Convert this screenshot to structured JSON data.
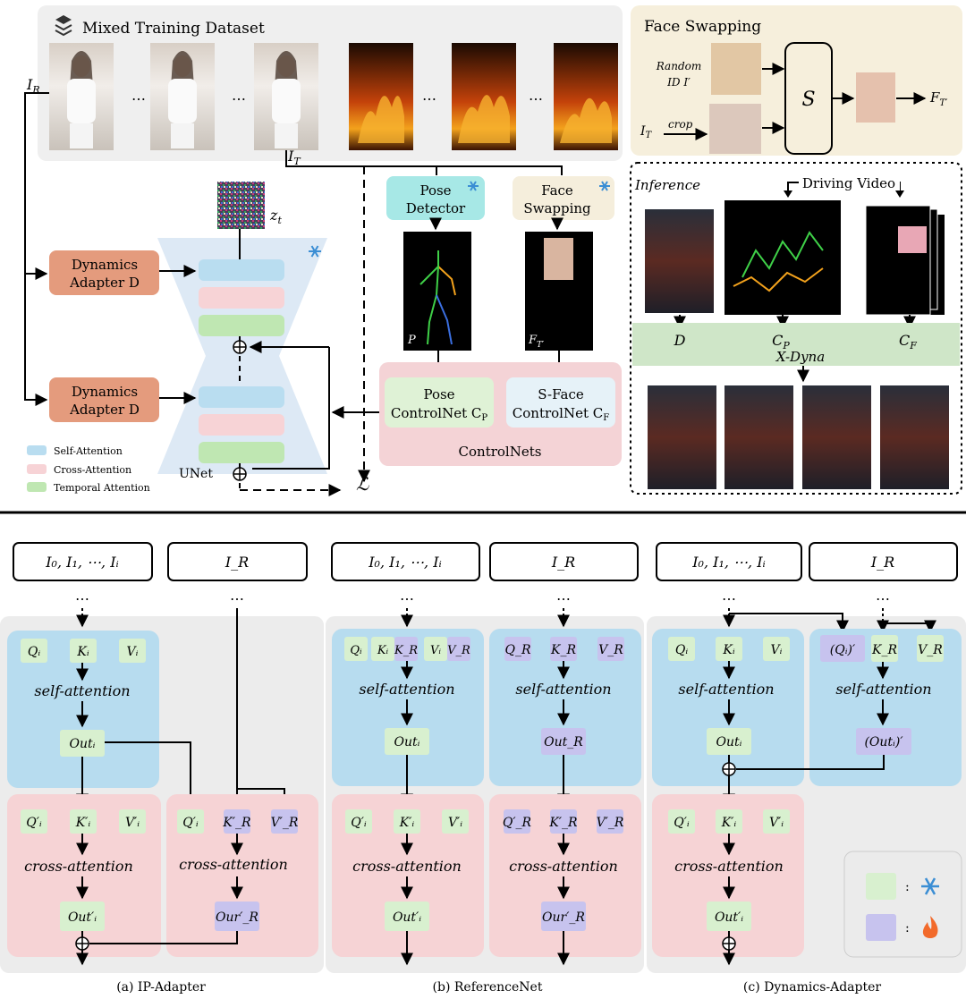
{
  "top": {
    "dataset": {
      "title": "Mixed Training Dataset",
      "ellipsis": "…"
    },
    "labels": {
      "i_r": "I",
      "i_r_sub": "R",
      "i_t": "I",
      "i_t_sub": "T",
      "z_t": "z",
      "z_t_sub": "t",
      "loss": "ℒ"
    },
    "face_swapping": {
      "title": "Face Swapping",
      "random_id_line1": "Random",
      "random_id_line2": "ID I′",
      "crop": "crop",
      "i_t": "I",
      "i_t_sub": "T",
      "s": "S",
      "out": "F",
      "out_sub": "T′"
    },
    "dynamics_adapter": {
      "line1": "Dynamics",
      "line2": "Adapter D"
    },
    "unet_label": "UNet",
    "legend": [
      "Self-Attention",
      "Cross-Attention",
      "Temporal Attention"
    ],
    "pose_detector": {
      "line1": "Pose",
      "line2": "Detector"
    },
    "face_swap_box": {
      "line1": "Face",
      "line2": "Swapping"
    },
    "pose_map_label": "P",
    "face_map_label": "F",
    "face_map_sub": "T′",
    "pose_controlnet": {
      "line1": "Pose",
      "line2": "ControlNet C",
      "sub": "P"
    },
    "sface_controlnet": {
      "line1": "S-Face",
      "line2": "ControlNet C",
      "sub": "F"
    },
    "controlnets_label": "ControlNets",
    "inference": {
      "title": "Inference",
      "driving_video": "Driving Video",
      "d": "D",
      "cp": "C",
      "cp_sub": "P",
      "cf": "C",
      "cf_sub": "F",
      "xdyna": "X-Dyna"
    }
  },
  "bottom": {
    "panels": [
      {
        "caption": "(a) IP-Adapter",
        "inputs": [
          "I₀, I₁, ⋯, Iᵢ",
          "I_R"
        ],
        "dots": "⋯",
        "self_tokens": [
          "Qᵢ",
          "Kᵢ",
          "Vᵢ"
        ],
        "self_op": "self-attention",
        "self_out": "Outᵢ",
        "cross_left_tokens": [
          "Q′ᵢ",
          "K′ᵢ",
          "V′ᵢ"
        ],
        "cross_right_tokens": [
          "Q′ᵢ",
          "K′_R",
          "V′_R"
        ],
        "cross_op": "cross-attention",
        "cross_left_out": "Out′ᵢ",
        "cross_right_out": "Our′_R",
        "plus": "⊕"
      },
      {
        "caption": "(b) ReferenceNet",
        "inputs": [
          "I₀, I₁, ⋯, Iᵢ",
          "I_R"
        ],
        "self_left_tokens": [
          "Qᵢ",
          "Kᵢ",
          "K_R",
          "Vᵢ",
          "V_R"
        ],
        "self_right_tokens": [
          "Q_R",
          "K_R",
          "V_R"
        ],
        "self_op": "self-attention",
        "self_left_out": "Outᵢ",
        "self_right_out": "Out_R",
        "cross_left_tokens": [
          "Q′ᵢ",
          "K′ᵢ",
          "V′ᵢ"
        ],
        "cross_right_tokens": [
          "Q′_R",
          "K′_R",
          "V′_R"
        ],
        "cross_op": "cross-attention",
        "cross_left_out": "Out′ᵢ",
        "cross_right_out": "Our′_R"
      },
      {
        "caption": "(c) Dynamics-Adapter",
        "inputs": [
          "I₀, I₁, ⋯, Iᵢ",
          "I_R"
        ],
        "self_left_tokens": [
          "Qᵢ",
          "Kᵢ",
          "Vᵢ"
        ],
        "self_right_tokens": [
          "(Qᵢ)′",
          "K_R",
          "V_R"
        ],
        "self_op": "self-attention",
        "self_left_out": "Outᵢ",
        "self_right_out": "(Outᵢ)′",
        "cross_tokens": [
          "Q′ᵢ",
          "K′ᵢ",
          "V′ᵢ"
        ],
        "cross_op": "cross-attention",
        "cross_out": "Out′ᵢ",
        "legend_colon": ":"
      }
    ]
  },
  "colors": {
    "green_token": "#d8f0cf",
    "purple_token": "#c7c3ee",
    "blue_block": "#b7dcef",
    "pink_block": "#f6d3d5",
    "dynamics_adapter": "#e39a7c",
    "pose_detector": "#a6e8e6",
    "face_swap_box": "#f5eedb",
    "controlnet_panel": "#f4d3d6",
    "pose_controlnet": "#dff2d6",
    "sface_controlnet": "#e6f2f8",
    "xdyna_bar": "#cfe6c8",
    "face_swap_panel": "#f6efdc"
  }
}
